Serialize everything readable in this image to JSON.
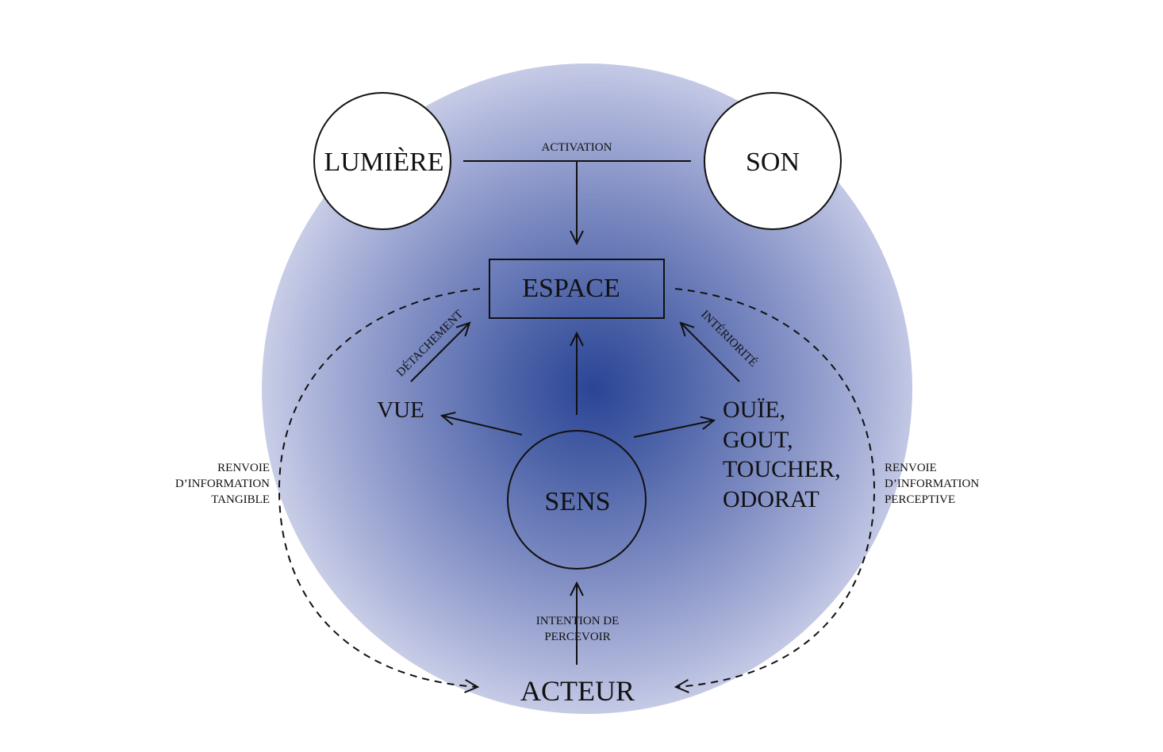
{
  "nodes": {
    "lumiere": "LUMIÈRE",
    "son": "SON",
    "espace": "ESPACE",
    "sens": "SENS",
    "vue": "VUE",
    "other_senses": [
      "OUÏE,",
      "GOUT,",
      "TOUCHER,",
      "ODORAT"
    ],
    "acteur": "ACTEUR"
  },
  "labels": {
    "activation": "ACTIVATION",
    "detachement": "DÉTACHEMENT",
    "interiorite": "INTÉRIORITÉ",
    "intention": [
      "INTENTION DE",
      "PERCEVOIR"
    ],
    "renvoie_tangible": [
      "RENVOIE",
      "D’INFORMATION",
      "TANGIBLE"
    ],
    "renvoie_perceptive": [
      "RENVOIE",
      "D’INFORMATION",
      "PERCEPTIVE"
    ]
  },
  "colors": {
    "glow_center": "#2b4596",
    "stroke": "#111111"
  }
}
